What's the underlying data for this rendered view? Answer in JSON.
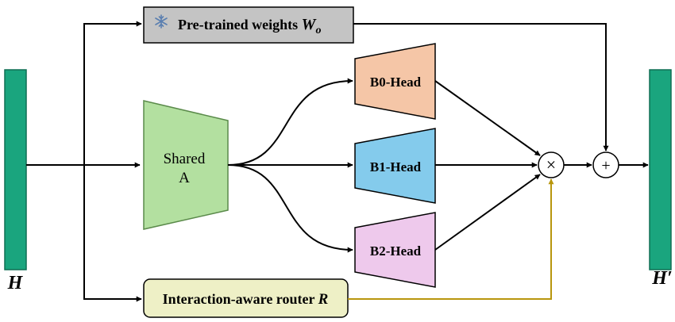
{
  "input_label": "H",
  "output_label": "H′",
  "pretrained": {
    "text": "Pre-trained weights ",
    "symbol": "W",
    "subscript": "o",
    "icon": "snowflake-icon"
  },
  "shared": {
    "line1": "Shared",
    "line2": "A"
  },
  "heads": [
    {
      "label": "B0-Head",
      "color": "#f5c6a7"
    },
    {
      "label": "B1-Head",
      "color": "#84cbec"
    },
    {
      "label": "B2-Head",
      "color": "#eec9ec"
    }
  ],
  "router": {
    "text": "Interaction-aware router ",
    "symbol": "R"
  },
  "operators": {
    "multiply": "×",
    "add": "+"
  },
  "colors": {
    "bar": "#1aa57e",
    "shared": "#b3e0a0",
    "pretrained_box": "#c4c4c4",
    "router_box": "#eef0c6",
    "router_arrow": "#b8960d"
  }
}
